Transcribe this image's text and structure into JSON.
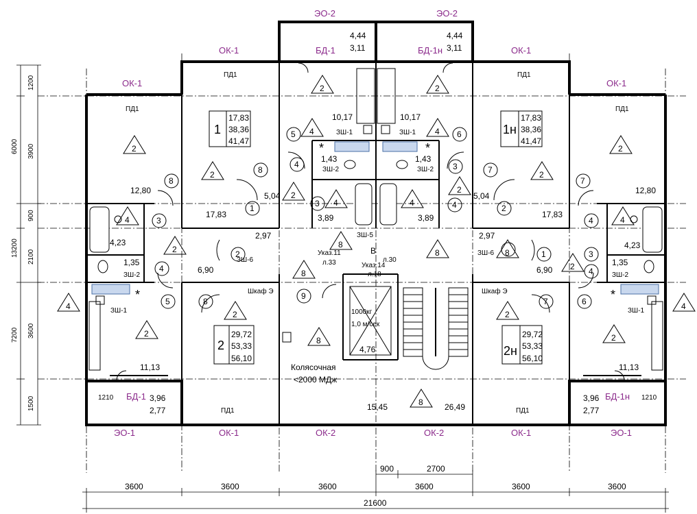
{
  "colors": {
    "accent": "#8b2a8b",
    "ink": "#000000",
    "tile": "#c9d8ee"
  },
  "windows": {
    "ok1": "ОК-1",
    "ok2": "ОК-2",
    "eo1": "ЭО-1",
    "eo2": "ЭО-2",
    "bd1": "БД-1",
    "bd1n": "БД-1н"
  },
  "rooms": {
    "pd1": "ПД1",
    "s1": "17,83",
    "s2": "38,36",
    "s3": "41,47",
    "a1": "29,72",
    "a2": "53,33",
    "a3": "56,10",
    "apt1": "1",
    "apt1n": "1н",
    "apt2": "2",
    "apt2n": "2н",
    "r1783": "17,83",
    "r1280": "12,80",
    "r1017": "10,17",
    "r504": "5,04",
    "r423": "4,23",
    "r389": "3,89",
    "r297": "2,97",
    "r690": "6,90",
    "r135": "1,35",
    "r143": "1,43",
    "r1113": "11,13",
    "r1545": "15,45",
    "r2649": "26,49",
    "r476": "4,76",
    "r444": "4,44",
    "r311": "3,11",
    "r396": "3,96",
    "r277": "2,77"
  },
  "labels": {
    "zsh1": "ЗШ-1",
    "zsh2": "ЗШ-2",
    "zsh5": "ЗШ-5",
    "zsh6": "ЗШ-6",
    "cabinet": "Шкаф Э",
    "stroller1": "Колясочная",
    "stroller2": "<2000 МДж",
    "lift1": "1000кг",
    "lift2": "1,0 м/сек",
    "ptr1": "Указ.11",
    "ptr2": "л.33",
    "ptr3": "Указ.14",
    "ptr4": "л.18",
    "ptr5": "л.30",
    "ptrB": "В"
  },
  "dims": {
    "d3600": "3600",
    "d21600": "21600",
    "d900": "900",
    "d2700": "2700",
    "d1210": "1210",
    "v1200": "1200",
    "v3900": "3900",
    "v6000": "6000",
    "v900": "900",
    "v2100": "2100",
    "v13200": "13200",
    "v3600": "3600",
    "v7200": "7200",
    "v1500": "1500"
  },
  "marks": {
    "n1": "1",
    "n2": "2",
    "n3": "3",
    "n4": "4",
    "n5": "5",
    "n6": "6",
    "n7": "7",
    "n8": "8",
    "n9": "9",
    "star": "*"
  }
}
